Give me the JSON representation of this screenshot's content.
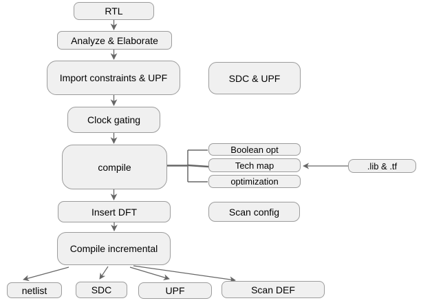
{
  "diagram": {
    "type": "flowchart",
    "nodes": {
      "rtl": "RTL",
      "analyze": "Analyze & Elaborate",
      "import_constraints": "Import constraints & UPF",
      "clock_gating": "Clock gating",
      "compile": "compile",
      "insert_dft": "Insert DFT",
      "compile_incremental": "Compile incremental",
      "sdc_upf": "SDC & UPF",
      "boolean_opt": "Boolean opt",
      "tech_map": "Tech map",
      "optimization": "optimization",
      "lib_tf": ".lib & .tf",
      "scan_config": "Scan config",
      "netlist": "netlist",
      "sdc": "SDC",
      "upf": "UPF",
      "scan_def": "Scan DEF"
    },
    "edges": [
      {
        "from": "RTL",
        "to": "Analyze & Elaborate",
        "style": "arrow"
      },
      {
        "from": "Analyze & Elaborate",
        "to": "Import constraints & UPF",
        "style": "arrow"
      },
      {
        "from": "Import constraints & UPF",
        "to": "Clock gating",
        "style": "arrow"
      },
      {
        "from": "Clock gating",
        "to": "compile",
        "style": "arrow"
      },
      {
        "from": "compile",
        "to": "Boolean opt",
        "style": "line"
      },
      {
        "from": "compile",
        "to": "Tech map",
        "style": "line"
      },
      {
        "from": "compile",
        "to": "optimization",
        "style": "line"
      },
      {
        "from": ".lib & .tf",
        "to": "Tech map",
        "style": "arrow"
      },
      {
        "from": "compile",
        "to": "Insert DFT",
        "style": "arrow"
      },
      {
        "from": "Insert DFT",
        "to": "Compile incremental",
        "style": "arrow"
      },
      {
        "from": "Compile incremental",
        "to": "netlist",
        "style": "arrow"
      },
      {
        "from": "Compile incremental",
        "to": "SDC",
        "style": "arrow"
      },
      {
        "from": "Compile incremental",
        "to": "UPF",
        "style": "arrow"
      },
      {
        "from": "Compile incremental",
        "to": "Scan DEF",
        "style": "arrow"
      }
    ],
    "colors": {
      "node_fill": "#f0f0f0",
      "node_border": "#9b9b9b",
      "connector": "#666666",
      "text": "#000000",
      "background": "#ffffff"
    }
  }
}
